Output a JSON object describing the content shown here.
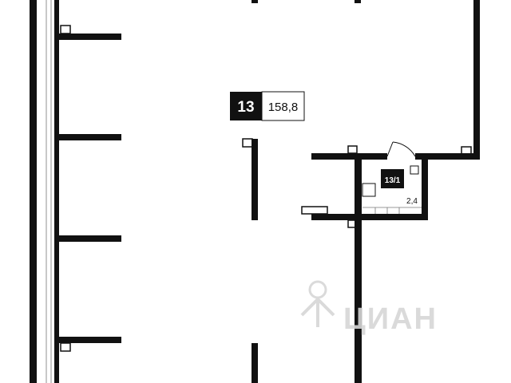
{
  "rooms": [
    {
      "id": "13",
      "area": "158,8"
    },
    {
      "id": "13/1",
      "area": "2,4"
    }
  ],
  "watermark": {
    "text": "ЦИАН"
  },
  "colors": {
    "walls": "#111111",
    "background": "#ffffff",
    "watermark": "#d6d6d6"
  }
}
